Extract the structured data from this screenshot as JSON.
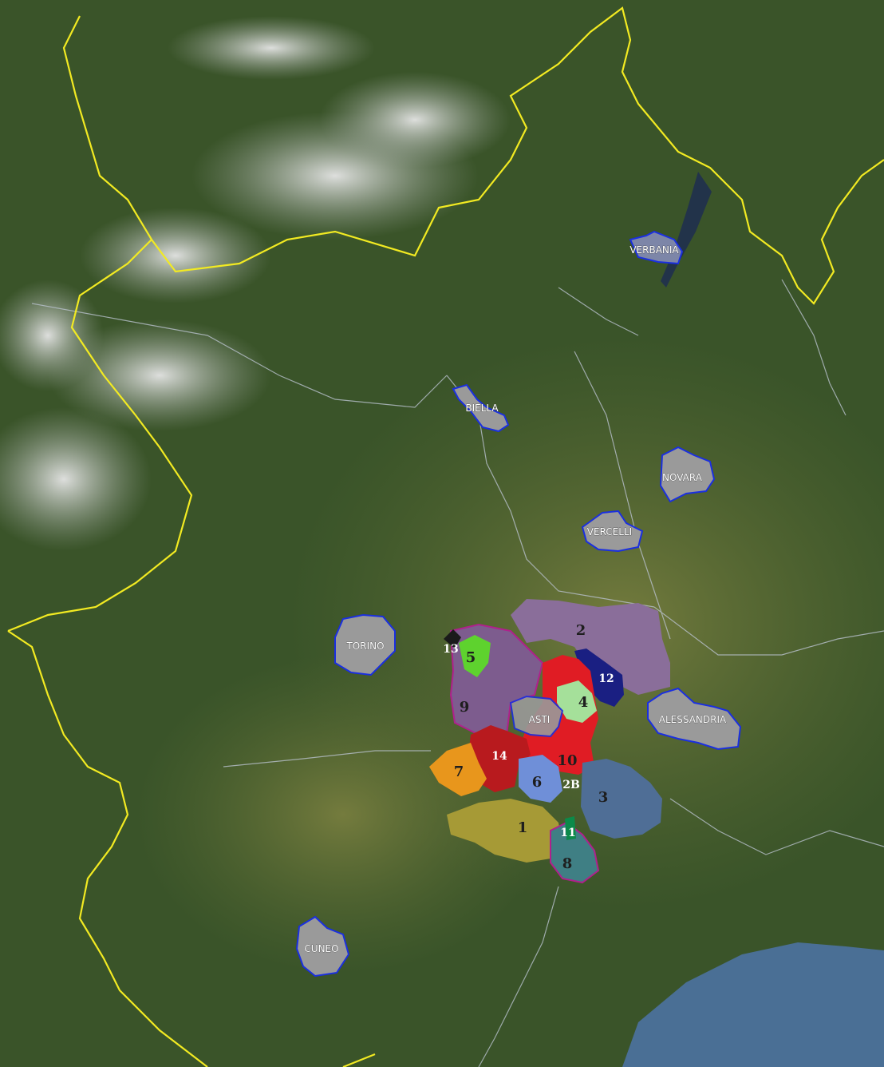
{
  "map": {
    "cities": [
      "VERBANIA",
      "BIELLA",
      "NOVARA",
      "VERCELLI",
      "TORINO",
      "ASTI",
      "ALESSANDRIA",
      "CUNEO"
    ],
    "zones": [
      "1",
      "2",
      "2B",
      "3",
      "4",
      "5",
      "6",
      "7",
      "8",
      "9",
      "10",
      "11",
      "12",
      "13",
      "14"
    ],
    "colors": {
      "land": "#3c5a2c",
      "plain": "#6f7a3c",
      "snow": "#dedede",
      "sea": "#4a6f95",
      "region_border": "#f2ea22",
      "province_border": "#b8c0cc",
      "city_fill": "#9a9a9a",
      "city_border": "#1a2fe0",
      "zone_2": "#8a6e9a",
      "zone_9": "#7d5c8e",
      "zone_10": "#e01c24",
      "zone_14": "#b81a1e",
      "zone_7": "#e8961c",
      "zone_1": "#a69a36",
      "zone_3": "#4f6e96",
      "zone_8": "#3f7f84",
      "zone_6": "#6f8fd8",
      "zone_4": "#a5e09a",
      "zone_5": "#5ed22e",
      "zone_12": "#1a1f82",
      "zone_11": "#0c8a4a",
      "zone_13": "#1a1a1a",
      "zone_border": "#b0208c"
    }
  }
}
